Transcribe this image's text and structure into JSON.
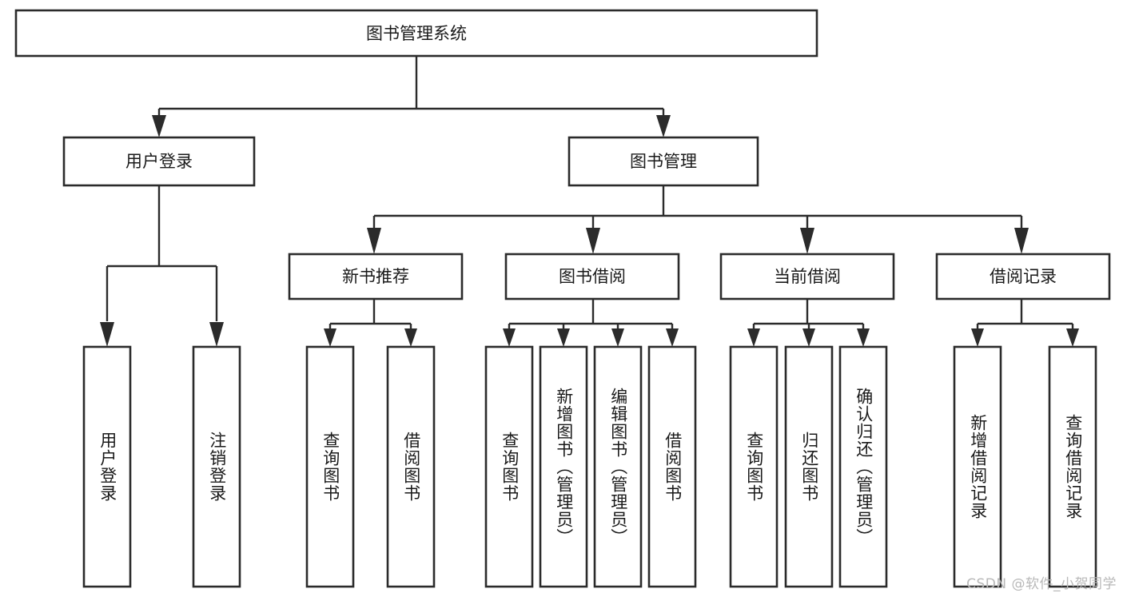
{
  "diagram": {
    "type": "tree",
    "title": "图书管理系统",
    "watermark": "CSDN @软件_小贺同学",
    "root": {
      "id": "root",
      "label": "图书管理系统",
      "orientation": "horizontal"
    },
    "level2": [
      {
        "id": "user-login",
        "label": "用户登录",
        "orientation": "horizontal"
      },
      {
        "id": "book-manage",
        "label": "图书管理",
        "orientation": "horizontal"
      }
    ],
    "level3": [
      {
        "id": "new-book-recommend",
        "label": "新书推荐",
        "orientation": "horizontal",
        "parent": "book-manage"
      },
      {
        "id": "book-borrow",
        "label": "图书借阅",
        "orientation": "horizontal",
        "parent": "book-manage"
      },
      {
        "id": "current-borrow",
        "label": "当前借阅",
        "orientation": "horizontal",
        "parent": "book-manage"
      },
      {
        "id": "borrow-record",
        "label": "借阅记录",
        "orientation": "horizontal",
        "parent": "book-manage"
      }
    ],
    "leaves": [
      {
        "id": "leaf-user-login",
        "label": "用户登录",
        "parent": "user-login",
        "orientation": "vertical"
      },
      {
        "id": "leaf-logout-login",
        "label": "注销登录",
        "parent": "user-login",
        "orientation": "vertical"
      },
      {
        "id": "leaf-query-book-1",
        "label": "查询图书",
        "parent": "new-book-recommend",
        "orientation": "vertical"
      },
      {
        "id": "leaf-borrow-book-1",
        "label": "借阅图书",
        "parent": "new-book-recommend",
        "orientation": "vertical"
      },
      {
        "id": "leaf-query-book-2",
        "label": "查询图书",
        "parent": "book-borrow",
        "orientation": "vertical"
      },
      {
        "id": "leaf-add-book",
        "label": "新增图书（管理员）",
        "parent": "book-borrow",
        "orientation": "vertical"
      },
      {
        "id": "leaf-edit-book",
        "label": "编辑图书（管理员）",
        "parent": "book-borrow",
        "orientation": "vertical"
      },
      {
        "id": "leaf-borrow-book-2",
        "label": "借阅图书",
        "parent": "book-borrow",
        "orientation": "vertical"
      },
      {
        "id": "leaf-query-book-3",
        "label": "查询图书",
        "parent": "current-borrow",
        "orientation": "vertical"
      },
      {
        "id": "leaf-return-book",
        "label": "归还图书",
        "parent": "current-borrow",
        "orientation": "vertical"
      },
      {
        "id": "leaf-confirm-return",
        "label": "确认归还（管理员）",
        "parent": "current-borrow",
        "orientation": "vertical"
      },
      {
        "id": "leaf-add-record",
        "label": "新增借阅记录",
        "parent": "borrow-record",
        "orientation": "vertical"
      },
      {
        "id": "leaf-query-record",
        "label": "查询借阅记录",
        "parent": "borrow-record",
        "orientation": "vertical"
      }
    ],
    "colors": {
      "background": "#ffffff",
      "box_fill": "#ffffff",
      "box_stroke": "#2b2b2b",
      "text": "#1a1a1a",
      "connector": "#2b2b2b",
      "watermark": "#b8b8b8"
    }
  }
}
